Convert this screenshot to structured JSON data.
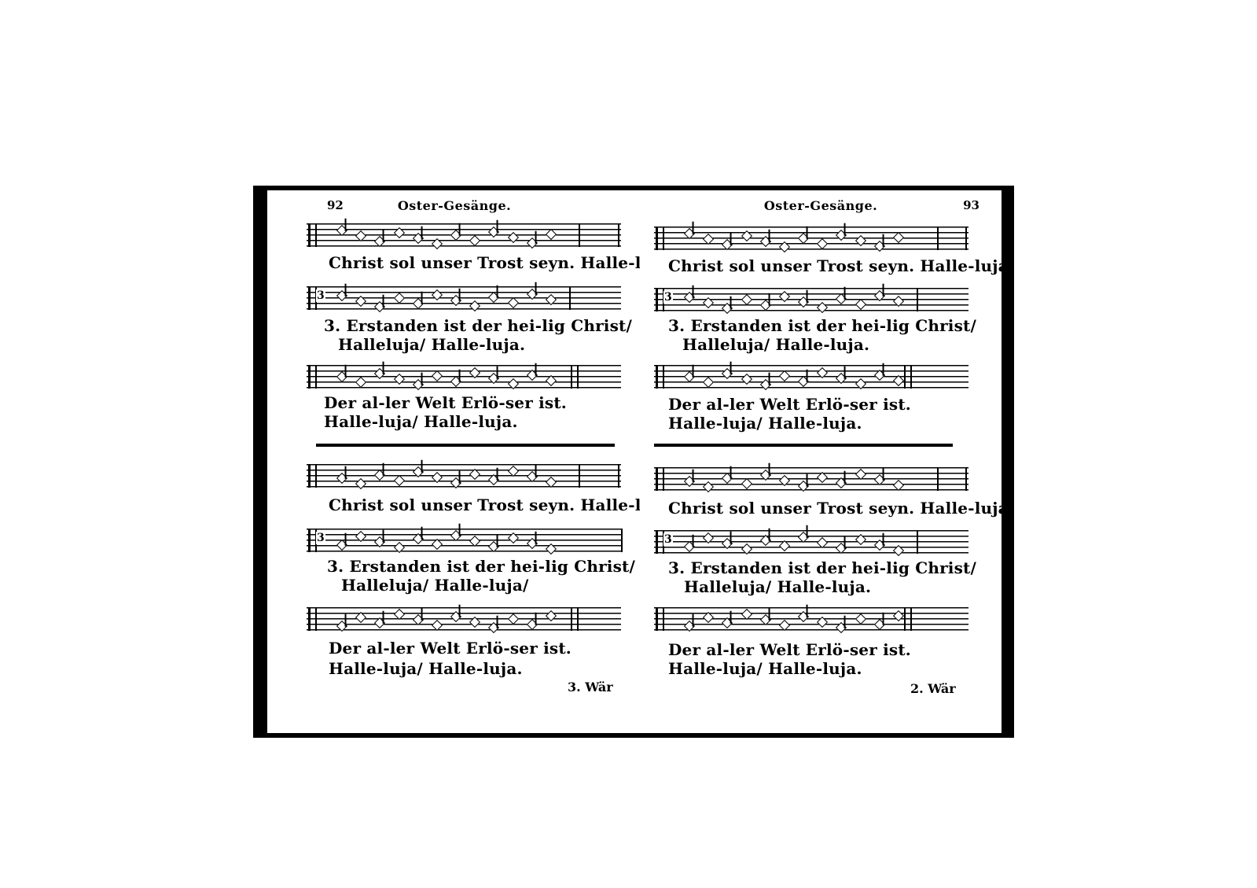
{
  "left_page": {
    "page_number": "92",
    "running_head": "Oster-Gesänge.",
    "catchword": "3. Wär",
    "sections": [
      {
        "line1": "Christ sol unser Trost seyn. Halle-luja.",
        "line2": "3. Erstanden ist der hei-lig Christ/",
        "line3": "Halleluja/ Halle-luja.",
        "line4": "Der al-ler Welt Erlö-ser ist.",
        "line5": "Halle-luja/ Halle-luja."
      },
      {
        "line1": "Christ sol unser Trost seyn. Halle-luja.",
        "line2": "3. Erstanden ist der hei-lig Christ/",
        "line3": "Halleluja/ Halle-luja/",
        "line4": "Der al-ler Welt Erlö-ser ist.",
        "line5": "Halle-luja/ Halle-luja."
      }
    ]
  },
  "right_page": {
    "page_number": "93",
    "running_head": "Oster-Gesänge.",
    "catchword": "2. Wär",
    "sections": [
      {
        "line1": "Christ sol unser Trost seyn. Halle-luja.",
        "line2": "3. Erstanden ist der hei-lig Christ/",
        "line3": "Halleluja/ Halle-luja.",
        "line4": "Der al-ler Welt Erlö-ser ist.",
        "line5": "Halle-luja/ Halle-luja."
      },
      {
        "line1": "Christ sol unser Trost seyn. Halle-luja.",
        "line2": "3. Erstanden ist der hei-lig Christ/",
        "line3": "Halleluja/ Halle-luja.",
        "line4": "Der al-ler Welt Erlö-ser ist.",
        "line5": "Halle-luja/ Halle-luja."
      }
    ]
  },
  "meter_mark": "3"
}
